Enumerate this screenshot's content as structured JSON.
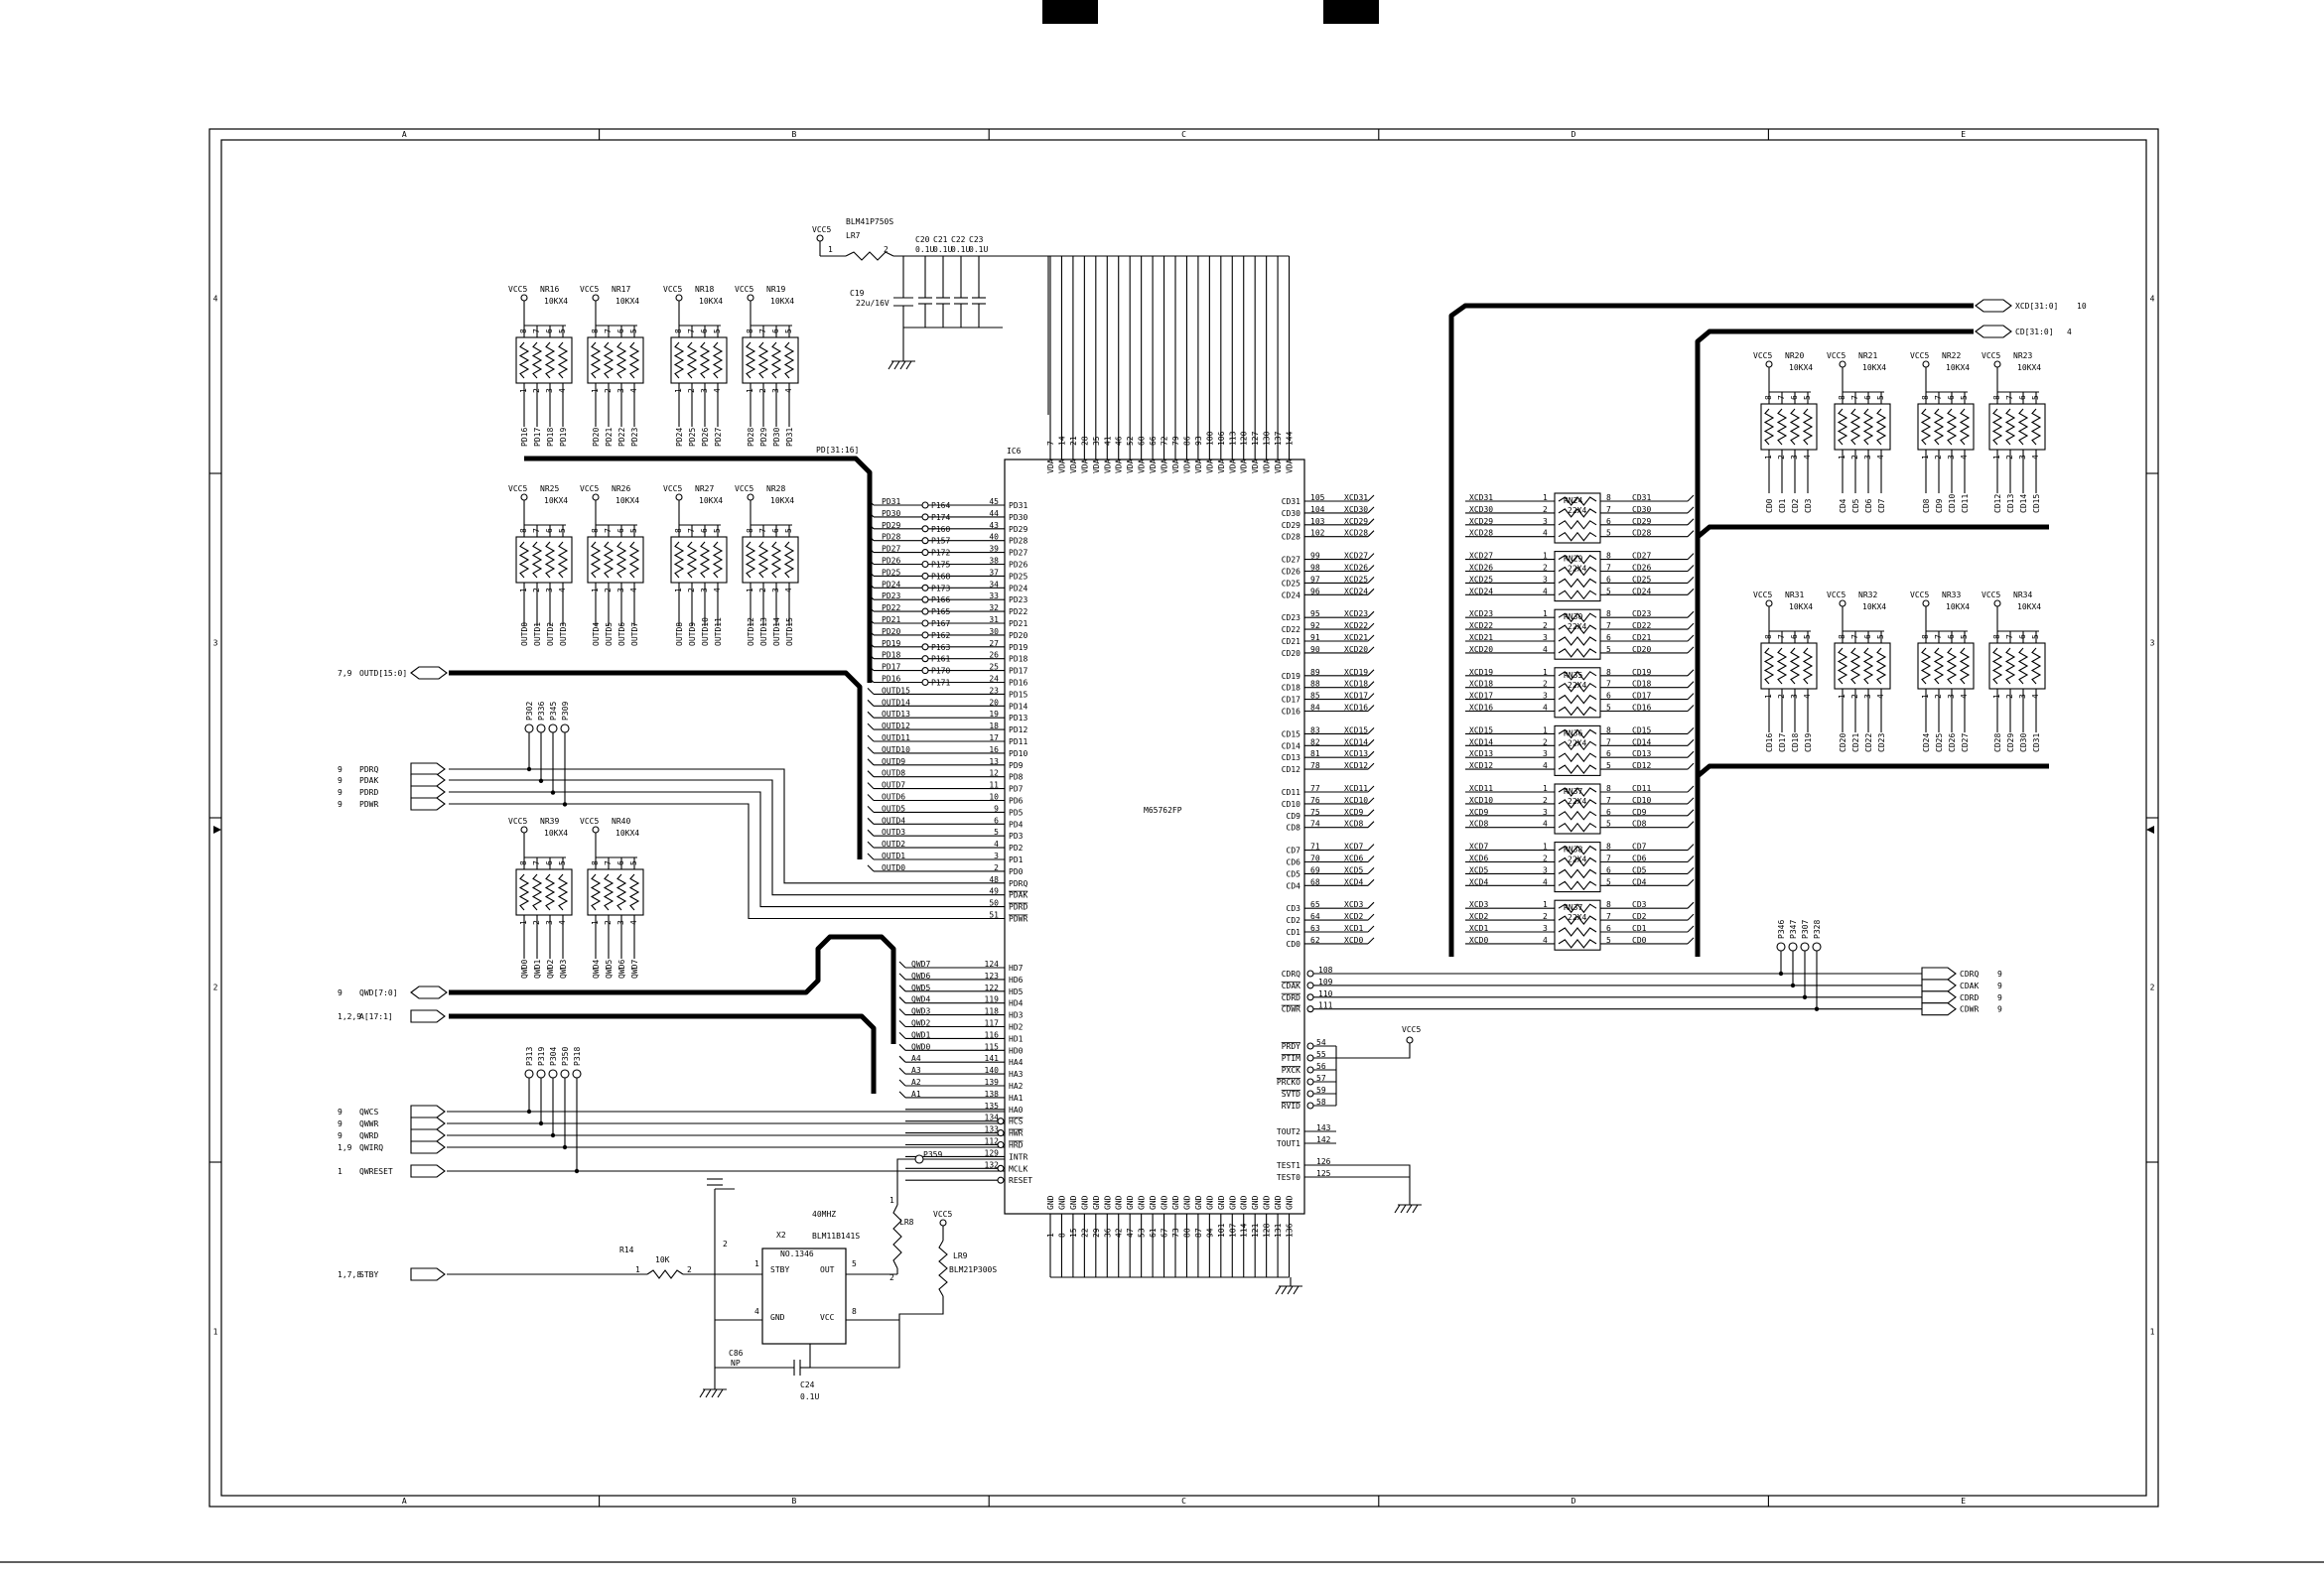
{
  "sheet": {
    "columns": [
      "A",
      "B",
      "C",
      "D",
      "E"
    ],
    "rows": [
      "4",
      "3",
      "2",
      "1"
    ]
  },
  "ic": {
    "ref": "IC6",
    "part": "M65762FP",
    "left_pins": [
      [
        "PD31",
        "45"
      ],
      [
        "PD30",
        "44"
      ],
      [
        "PD29",
        "43"
      ],
      [
        "PD28",
        "40"
      ],
      [
        "PD27",
        "39"
      ],
      [
        "PD26",
        "38"
      ],
      [
        "PD25",
        "37"
      ],
      [
        "PD24",
        "34"
      ],
      [
        "PD23",
        "33"
      ],
      [
        "PD22",
        "32"
      ],
      [
        "PD21",
        "31"
      ],
      [
        "PD20",
        "30"
      ],
      [
        "PD19",
        "27"
      ],
      [
        "PD18",
        "26"
      ],
      [
        "PD17",
        "25"
      ],
      [
        "PD16",
        "24"
      ],
      [
        "PD15",
        "23"
      ],
      [
        "PD14",
        "20"
      ],
      [
        "PD13",
        "19"
      ],
      [
        "PD12",
        "18"
      ],
      [
        "PD11",
        "17"
      ],
      [
        "PD10",
        "16"
      ],
      [
        "PD9",
        "13"
      ],
      [
        "PD8",
        "12"
      ],
      [
        "PD7",
        "11"
      ],
      [
        "PD6",
        "10"
      ],
      [
        "PD5",
        "9"
      ],
      [
        "PD4",
        "6"
      ],
      [
        "PD3",
        "5"
      ],
      [
        "PD2",
        "4"
      ],
      [
        "PD1",
        "3"
      ],
      [
        "PD0",
        "2"
      ],
      [
        "PDRQ",
        "48"
      ],
      [
        "PDAK",
        "49"
      ],
      [
        "PDRD",
        "50"
      ],
      [
        "PDWR",
        "51"
      ]
    ],
    "left_nets": [
      "PD31",
      "PD30",
      "PD29",
      "PD28",
      "PD27",
      "PD26",
      "PD25",
      "PD24",
      "PD23",
      "PD22",
      "PD21",
      "PD20",
      "PD19",
      "PD18",
      "PD17",
      "PD16",
      "OUTD15",
      "OUTD14",
      "OUTD13",
      "OUTD12",
      "OUTD11",
      "OUTD10",
      "OUTD9",
      "OUTD8",
      "OUTD7",
      "OUTD6",
      "OUTD5",
      "OUTD4",
      "OUTD3",
      "OUTD2",
      "OUTD1",
      "OUTD0"
    ],
    "left_pts": [
      "P164",
      "P174",
      "P160",
      "P157",
      "P172",
      "P175",
      "P168",
      "P173",
      "P166",
      "P165",
      "P167",
      "P162",
      "P163",
      "P161",
      "P170",
      "P171"
    ],
    "host_pins": [
      [
        "HD7",
        "124"
      ],
      [
        "HD6",
        "123"
      ],
      [
        "HD5",
        "122"
      ],
      [
        "HD4",
        "119"
      ],
      [
        "HD3",
        "118"
      ],
      [
        "HD2",
        "117"
      ],
      [
        "HD1",
        "116"
      ],
      [
        "HD0",
        "115"
      ],
      [
        "HA4",
        "141"
      ],
      [
        "HA3",
        "140"
      ],
      [
        "HA2",
        "139"
      ],
      [
        "HA1",
        "138"
      ],
      [
        "HA0",
        "135"
      ],
      [
        "HCS",
        "134"
      ],
      [
        "HWR",
        "133"
      ],
      [
        "HRD",
        "112"
      ],
      [
        "INTR",
        "129"
      ],
      [
        "MCLK",
        "132"
      ],
      [
        "RESET",
        ""
      ]
    ],
    "host_nets": [
      "QWD7",
      "QWD6",
      "QWD5",
      "QWD4",
      "QWD3",
      "QWD2",
      "QWD1",
      "QWD0",
      "A4",
      "A3",
      "A2",
      "A1"
    ],
    "right_pins": [
      [
        "CD31",
        "105",
        "XCD31"
      ],
      [
        "CD30",
        "104",
        "XCD30"
      ],
      [
        "CD29",
        "103",
        "XCD29"
      ],
      [
        "CD28",
        "102",
        "XCD28"
      ],
      [
        "CD27",
        "99",
        "XCD27"
      ],
      [
        "CD26",
        "98",
        "XCD26"
      ],
      [
        "CD25",
        "97",
        "XCD25"
      ],
      [
        "CD24",
        "96",
        "XCD24"
      ],
      [
        "CD23",
        "95",
        "XCD23"
      ],
      [
        "CD22",
        "92",
        "XCD22"
      ],
      [
        "CD21",
        "91",
        "XCD21"
      ],
      [
        "CD20",
        "90",
        "XCD20"
      ],
      [
        "CD19",
        "89",
        "XCD19"
      ],
      [
        "CD18",
        "88",
        "XCD18"
      ],
      [
        "CD17",
        "85",
        "XCD17"
      ],
      [
        "CD16",
        "84",
        "XCD16"
      ],
      [
        "CD15",
        "83",
        "XCD15"
      ],
      [
        "CD14",
        "82",
        "XCD14"
      ],
      [
        "CD13",
        "81",
        "XCD13"
      ],
      [
        "CD12",
        "78",
        "XCD12"
      ],
      [
        "CD11",
        "77",
        "XCD11"
      ],
      [
        "CD10",
        "76",
        "XCD10"
      ],
      [
        "CD9",
        "75",
        "XCD9"
      ],
      [
        "CD8",
        "74",
        "XCD8"
      ],
      [
        "CD7",
        "71",
        "XCD7"
      ],
      [
        "CD6",
        "70",
        "XCD6"
      ],
      [
        "CD5",
        "69",
        "XCD5"
      ],
      [
        "CD4",
        "68",
        "XCD4"
      ],
      [
        "CD3",
        "65",
        "XCD3"
      ],
      [
        "CD2",
        "64",
        "XCD2"
      ],
      [
        "CD1",
        "63",
        "XCD1"
      ],
      [
        "CD0",
        "62",
        "XCD0"
      ]
    ],
    "ctrl_pins": [
      [
        "CDRQ",
        "108"
      ],
      [
        "CDAK",
        "109"
      ],
      [
        "CDRD",
        "110"
      ],
      [
        "CDWR",
        "111"
      ]
    ],
    "misc_pins": [
      [
        "PRDY",
        "54"
      ],
      [
        "PTIM",
        "55"
      ],
      [
        "PXCK",
        "56"
      ],
      [
        "PRCKO",
        "57"
      ],
      [
        "SVTD",
        "59"
      ],
      [
        "RVID",
        "58"
      ],
      [
        "TOUT2",
        "143"
      ],
      [
        "TOUT1",
        "142"
      ],
      [
        "TEST1",
        "126"
      ],
      [
        "TEST0",
        "125"
      ]
    ],
    "vdd_pins": [
      "7",
      "14",
      "21",
      "28",
      "35",
      "41",
      "46",
      "52",
      "60",
      "66",
      "72",
      "79",
      "86",
      "93",
      "100",
      "106",
      "113",
      "120",
      "127",
      "130",
      "137",
      "144"
    ],
    "vdd_label": "VDA",
    "gnd_pins": [
      "1",
      "8",
      "15",
      "22",
      "29",
      "36",
      "42",
      "47",
      "53",
      "61",
      "67",
      "73",
      "80",
      "87",
      "94",
      "101",
      "107",
      "114",
      "121",
      "128",
      "131",
      "136"
    ],
    "gnd_label": "GND"
  },
  "nr_left_top": [
    {
      "ref": "NR16",
      "val": "10KX4",
      "vcc": "VCC5",
      "nets": [
        "PD16",
        "PD17",
        "PD18",
        "PD19"
      ]
    },
    {
      "ref": "NR17",
      "val": "10KX4",
      "vcc": "VCC5",
      "nets": [
        "PD20",
        "PD21",
        "PD22",
        "PD23"
      ]
    },
    {
      "ref": "NR18",
      "val": "10KX4",
      "vcc": "VCC5",
      "nets": [
        "PD24",
        "PD25",
        "PD26",
        "PD27"
      ]
    },
    {
      "ref": "NR19",
      "val": "10KX4",
      "vcc": "VCC5",
      "nets": [
        "PD28",
        "PD29",
        "PD30",
        "PD31"
      ]
    }
  ],
  "nr_left_mid": [
    {
      "ref": "NR25",
      "val": "10KX4",
      "vcc": "VCC5",
      "nets": [
        "OUTD0",
        "OUTD1",
        "OUTD2",
        "OUTD3"
      ]
    },
    {
      "ref": "NR26",
      "val": "10KX4",
      "vcc": "VCC5",
      "nets": [
        "OUTD4",
        "OUTD5",
        "OUTD6",
        "OUTD7"
      ]
    },
    {
      "ref": "NR27",
      "val": "10KX4",
      "vcc": "VCC5",
      "nets": [
        "OUTD8",
        "OUTD9",
        "OUTD10",
        "OUTD11"
      ]
    },
    {
      "ref": "NR28",
      "val": "10KX4",
      "vcc": "VCC5",
      "nets": [
        "OUTD12",
        "OUTD13",
        "OUTD14",
        "OUTD15"
      ]
    }
  ],
  "nr_left_low": [
    {
      "ref": "NR39",
      "val": "10KX4",
      "vcc": "VCC5",
      "nets": [
        "QWD0",
        "QWD1",
        "QWD2",
        "QWD3"
      ]
    },
    {
      "ref": "NR40",
      "val": "10KX4",
      "vcc": "VCC5",
      "nets": [
        "QWD4",
        "QWD5",
        "QWD6",
        "QWD7"
      ]
    }
  ],
  "nr_right_top": [
    {
      "ref": "NR20",
      "val": "10KX4",
      "vcc": "VCC5",
      "nets": [
        "CD0",
        "CD1",
        "CD2",
        "CD3"
      ]
    },
    {
      "ref": "NR21",
      "val": "10KX4",
      "vcc": "VCC5",
      "nets": [
        "CD4",
        "CD5",
        "CD6",
        "CD7"
      ]
    },
    {
      "ref": "NR22",
      "val": "10KX4",
      "vcc": "VCC5",
      "nets": [
        "CD8",
        "CD9",
        "CD10",
        "CD11"
      ]
    },
    {
      "ref": "NR23",
      "val": "10KX4",
      "vcc": "VCC5",
      "nets": [
        "CD12",
        "CD13",
        "CD14",
        "CD15"
      ]
    }
  ],
  "nr_right_mid": [
    {
      "ref": "NR31",
      "val": "10KX4",
      "vcc": "VCC5",
      "nets": [
        "CD16",
        "CD17",
        "CD18",
        "CD19"
      ]
    },
    {
      "ref": "NR32",
      "val": "10KX4",
      "vcc": "VCC5",
      "nets": [
        "CD20",
        "CD21",
        "CD22",
        "CD23"
      ]
    },
    {
      "ref": "NR33",
      "val": "10KX4",
      "vcc": "VCC5",
      "nets": [
        "CD24",
        "CD25",
        "CD26",
        "CD27"
      ]
    },
    {
      "ref": "NR34",
      "val": "10KX4",
      "vcc": "VCC5",
      "nets": [
        "CD28",
        "CD29",
        "CD30",
        "CD31"
      ]
    }
  ],
  "rn_series": [
    "RN24",
    "RN29",
    "RN30",
    "RN35",
    "RN36",
    "RN37",
    "RN38",
    "RN37"
  ],
  "rn_value": "22X4",
  "left_ports": [
    {
      "sheet": "7,9",
      "name": "OUTD[15:0]"
    },
    {
      "sheet": "9",
      "name": "PDRQ"
    },
    {
      "sheet": "9",
      "name": "PDAK"
    },
    {
      "sheet": "9",
      "name": "PDRD"
    },
    {
      "sheet": "9",
      "name": "PDWR"
    },
    {
      "sheet": "9",
      "name": "QWD[7:0]"
    },
    {
      "sheet": "1,2,9",
      "name": "A[17:1]"
    },
    {
      "sheet": "9",
      "name": "QWCS"
    },
    {
      "sheet": "9",
      "name": "QWWR"
    },
    {
      "sheet": "9",
      "name": "QWRD"
    },
    {
      "sheet": "1,9",
      "name": "QWIRQ"
    },
    {
      "sheet": "1",
      "name": "QWRESET"
    },
    {
      "sheet": "1,7,8",
      "name": "STBY"
    }
  ],
  "right_ports": [
    {
      "name": "XCD[31:0]",
      "sheet": "10"
    },
    {
      "name": "CD[31:0]",
      "sheet": "4"
    },
    {
      "name": "CDRQ",
      "sheet": "9"
    },
    {
      "name": "CDAK",
      "sheet": "9"
    },
    {
      "name": "CDRD",
      "sheet": "9"
    },
    {
      "name": "CDWR",
      "sheet": "9"
    }
  ],
  "test_points": {
    "pd_ctrl": [
      "P302",
      "P336",
      "P345",
      "P309"
    ],
    "host_ctrl": [
      "P313",
      "P319",
      "P304",
      "P350",
      "P318"
    ],
    "cd_ctrl": [
      "P346",
      "P347",
      "P307",
      "P328"
    ],
    "mclk": "P359"
  },
  "power": {
    "vcc": "VCC5",
    "lr7": {
      "ref": "LR7",
      "part": "BLM41P750S"
    },
    "c19": {
      "ref": "C19",
      "val": "22u/16V"
    },
    "caps": [
      {
        "ref": "C20",
        "val": "0.1U"
      },
      {
        "ref": "C21",
        "val": "0.1U"
      },
      {
        "ref": "C22",
        "val": "0.1U"
      },
      {
        "ref": "C23",
        "val": "0.1U"
      }
    ],
    "bus_pd": "PD[31:16]"
  },
  "osc": {
    "ref": "X2",
    "freq": "40MHZ",
    "part": "NO.1346",
    "pin_stby": "STBY",
    "pin_out": "OUT",
    "pin_gnd": "GND",
    "pin_vcc": "VCC",
    "r14": {
      "ref": "R14",
      "val": "10K"
    },
    "lr8": {
      "ref": "LR8",
      "part": "BLM11B141S"
    },
    "lr9": {
      "ref": "LR9",
      "part": "BLM21P300S"
    },
    "c86": {
      "ref": "C86",
      "val": "NP"
    },
    "c24": {
      "ref": "C24",
      "val": "0.1U"
    }
  }
}
